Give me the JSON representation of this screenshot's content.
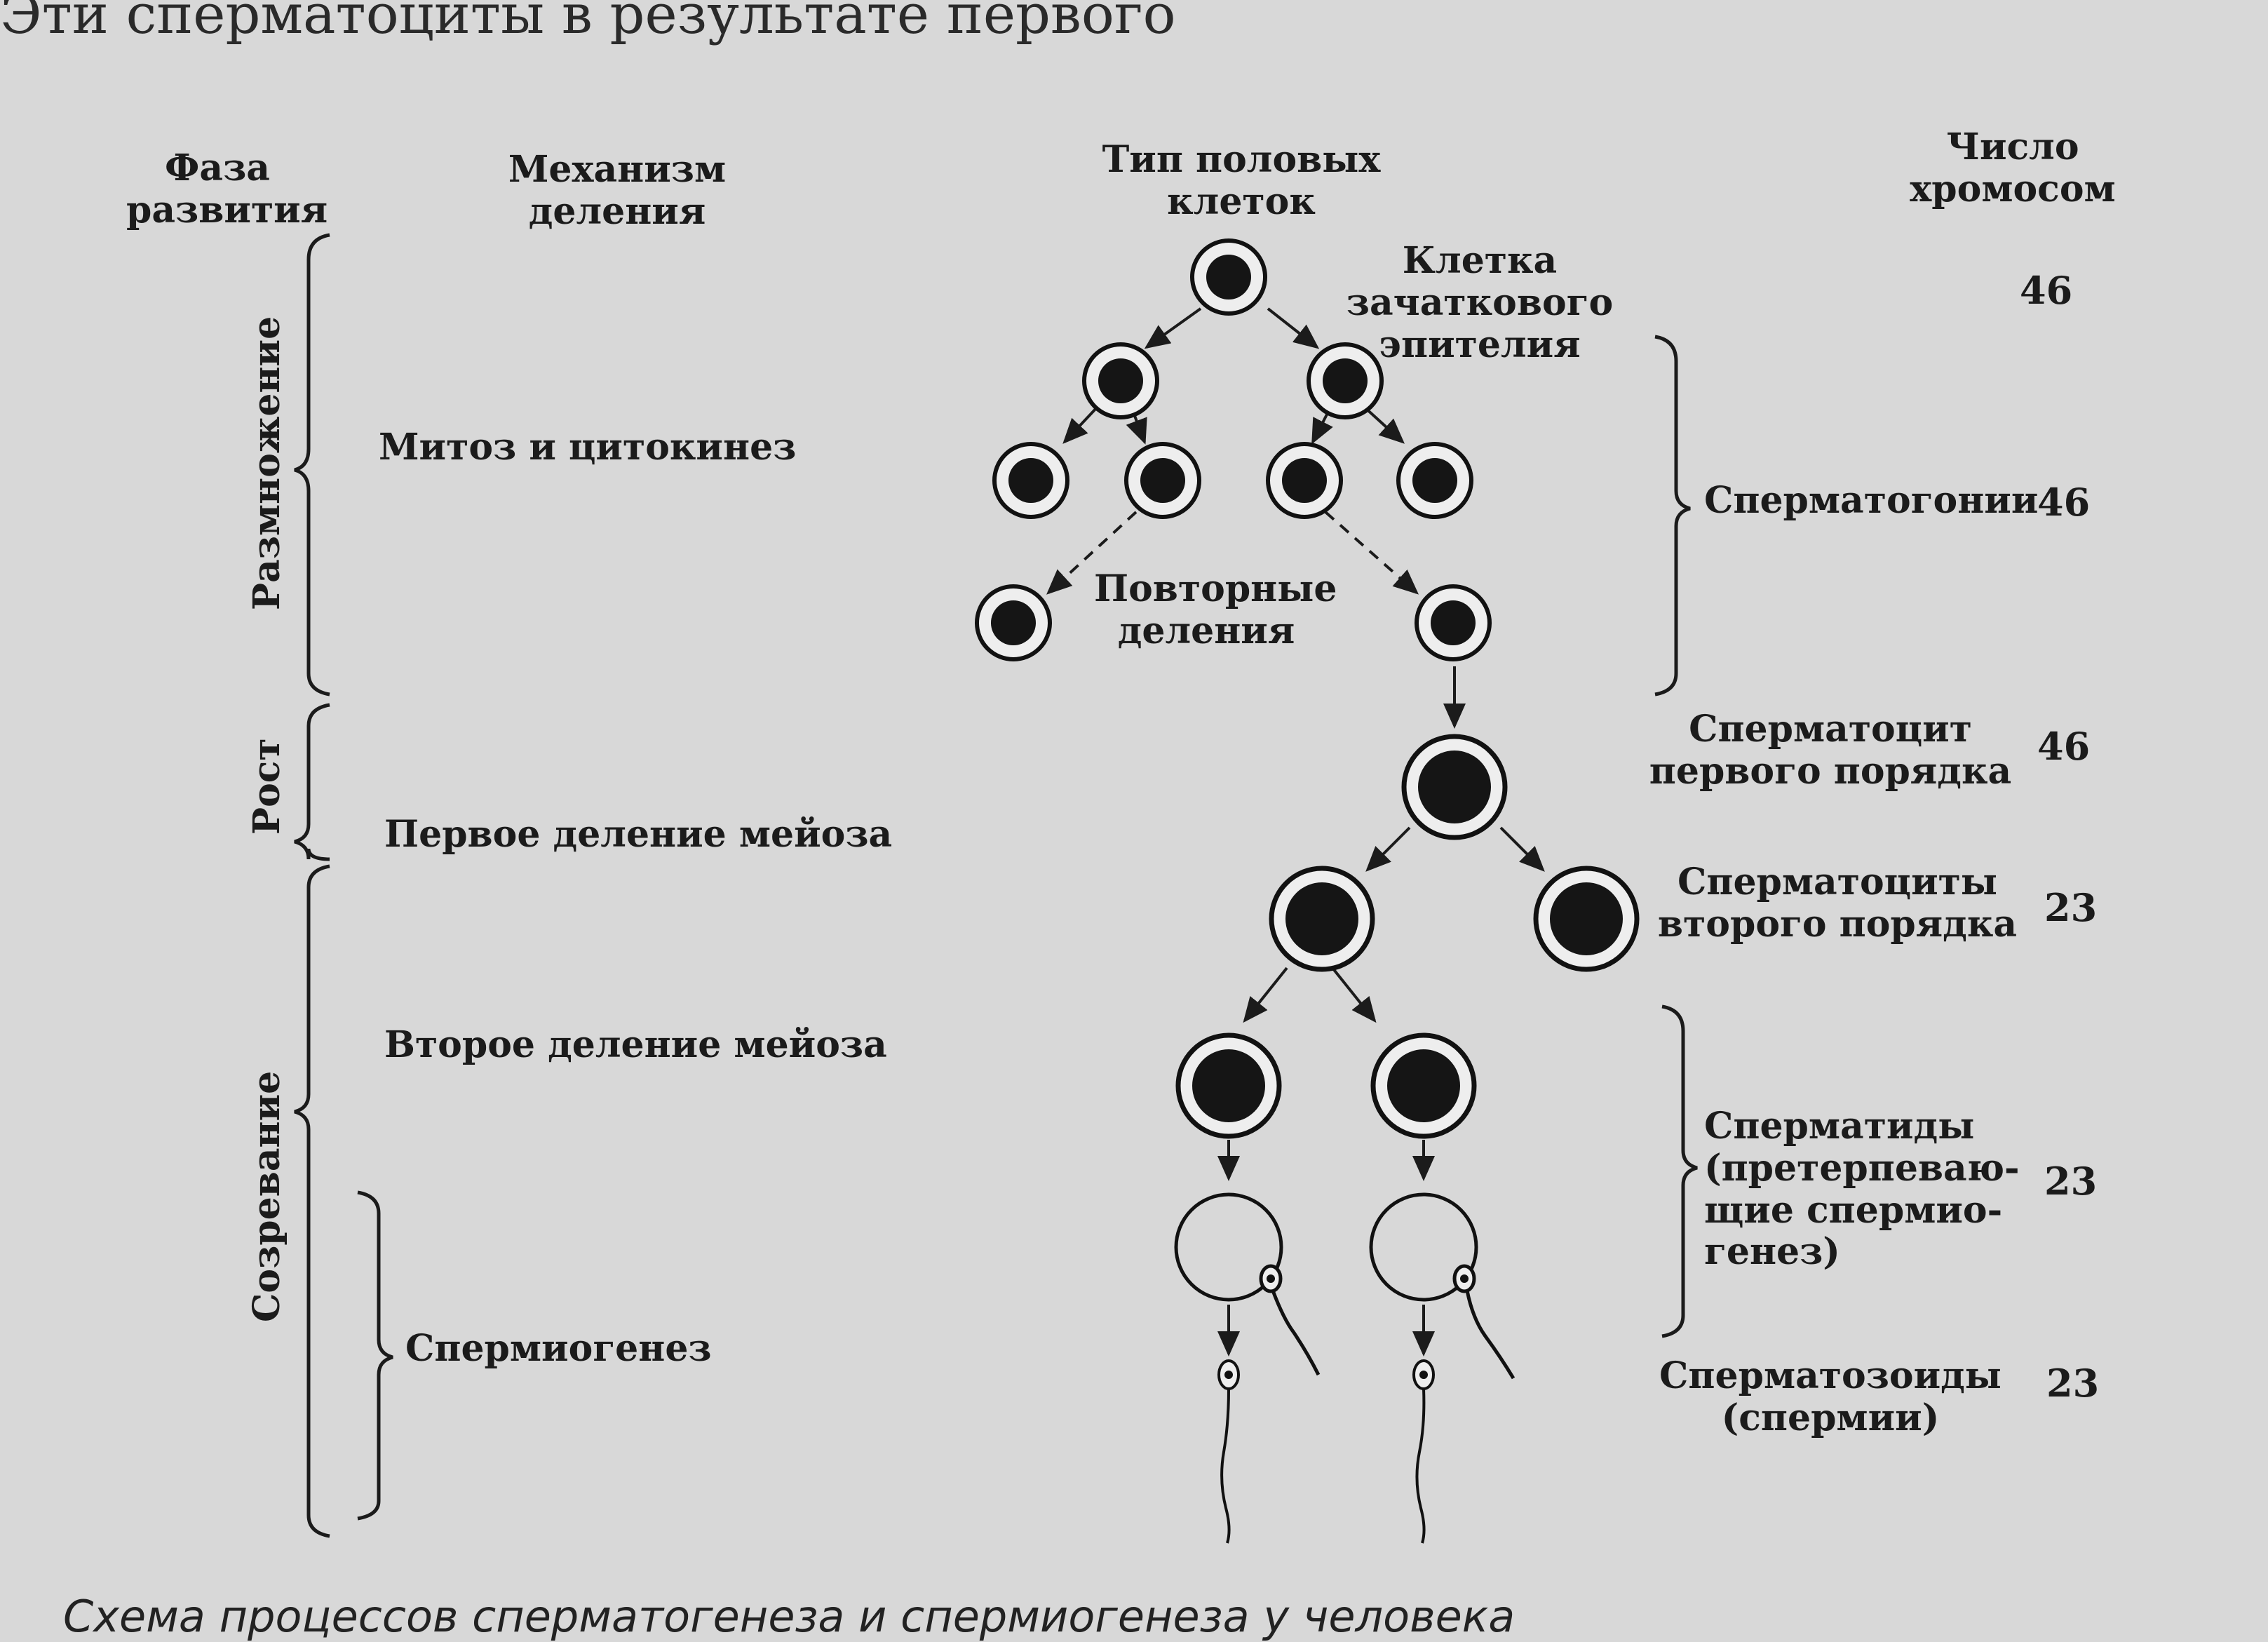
{
  "top_fragment_left": "Эти сперматоциты в результате первого",
  "headers": {
    "phase": "Фаза\nразвития",
    "mechanism": "Механизм деления",
    "cell_type": "Тип половых клеток",
    "chromosomes": "Число\nхромосом"
  },
  "phases": {
    "reproduction": "Размножение",
    "growth": "Рост",
    "maturation": "Созревание"
  },
  "mechanisms": {
    "mitosis": "Митоз и цитокинез",
    "meiosis1": "Первое деление мейоза",
    "meiosis2": "Второе деление мейоза",
    "spermiogenesis": "Спермиогенез"
  },
  "cell_labels": {
    "germinal": "Клетка зачаткового\nэпителия",
    "repeated": "Повторные\nделения",
    "spermatogonia": "Сперматогонии",
    "primary": "Сперматоцит\nпервого порядка",
    "secondary": "Сперматоциты\nвторого порядка",
    "spermatids": "Сперматиды\n(претерпеваю-\nщие спермио-\nгенез)",
    "spermatozoa": "Сперматозоиды\n(спермии)"
  },
  "chromosome_counts": {
    "germinal": "46",
    "spermatogonia": "46",
    "primary": "46",
    "secondary": "23",
    "spermatids": "23",
    "spermatozoa": "23"
  },
  "caption": "Схема процессов сперматогенеза и спермиогенеза у человека"
}
